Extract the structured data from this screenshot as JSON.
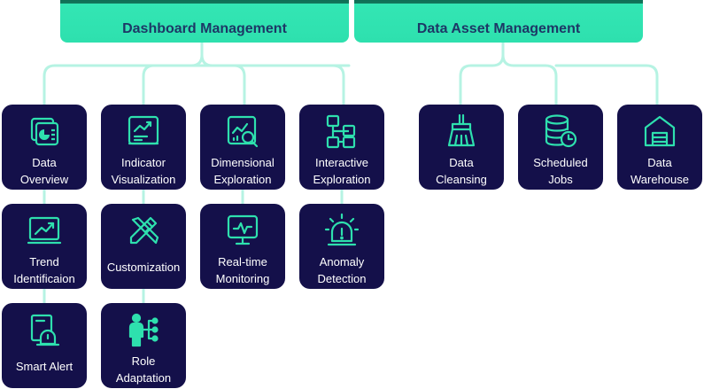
{
  "groups": [
    {
      "title": "Dashboard Management",
      "cards": [
        {
          "label": "Data\nOverview",
          "icon": "data-overview-icon"
        },
        {
          "label": "Indicator\nVisualization",
          "icon": "chart-board-icon"
        },
        {
          "label": "Dimensional\nExploration",
          "icon": "magnifier-chart-icon"
        },
        {
          "label": "Interactive\nExploration",
          "icon": "flow-nodes-icon"
        },
        {
          "label": "Trend\nIdentificaion",
          "icon": "trend-monitor-icon"
        },
        {
          "label": "Customization",
          "icon": "pencil-ruler-icon"
        },
        {
          "label": "Real-time\nMonitoring",
          "icon": "pulse-monitor-icon"
        },
        {
          "label": "Anomaly\nDetection",
          "icon": "alarm-light-icon"
        },
        {
          "label": "Smart Alert",
          "icon": "alert-siren-icon"
        },
        {
          "label": "Role\nAdaptation",
          "icon": "role-hierarchy-icon"
        }
      ]
    },
    {
      "title": "Data Asset Management",
      "cards": [
        {
          "label": "Data\nCleansing",
          "icon": "broom-icon"
        },
        {
          "label": "Scheduled\nJobs",
          "icon": "database-clock-icon"
        },
        {
          "label": "Data\nWarehouse",
          "icon": "warehouse-icon"
        }
      ]
    }
  ],
  "colors": {
    "card_background": "#14104a",
    "accent": "#2ee0ae",
    "connector": "#b6f3e3",
    "title_text": "#1d3766"
  }
}
